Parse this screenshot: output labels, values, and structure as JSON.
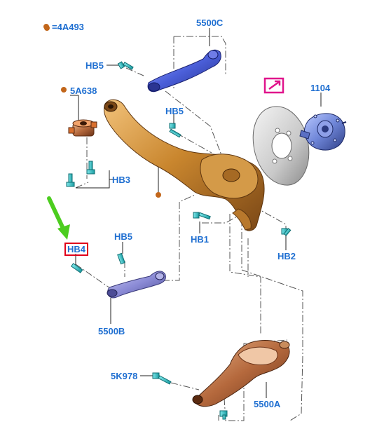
{
  "legend": {
    "symbol": "=",
    "label": "4A493"
  },
  "labels": {
    "p5500c": "5500C",
    "hb5_top": "HB5",
    "p5a638": "5A638",
    "hb5_mid": "HB5",
    "p1104": "1104",
    "hb3": "HB3",
    "hb1": "HB1",
    "hb2": "HB2",
    "hb5_low": "HB5",
    "hb4": "HB4",
    "p5500b": "5500B",
    "p5k978": "5K978",
    "p5500a": "5500A"
  },
  "colors": {
    "label": "#1f6fd1",
    "highlight": "#e0001b",
    "arrow": "#4ccd1f",
    "icon": "#e0148c",
    "bronze": "#c2661a",
    "bolt": "#29c6c9",
    "link_blue": "#4b5fd9"
  },
  "icons": {
    "parts_icon": "diagonal-arrow-icon"
  }
}
